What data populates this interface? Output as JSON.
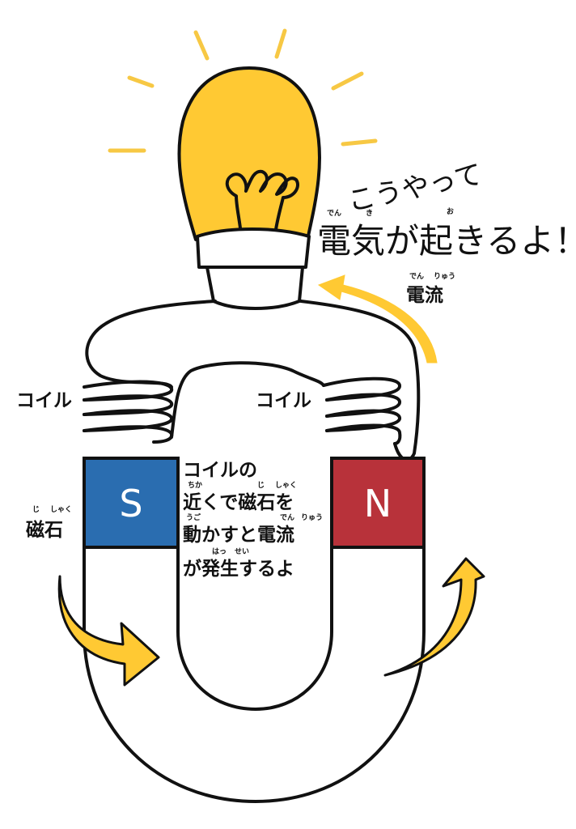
{
  "headline": {
    "line1": "こうやって",
    "line2_word1": "電",
    "line2_word1_ruby": "でん",
    "line2_word2": "気",
    "line2_word2_ruby": "き",
    "line2_rest1": "が",
    "line2_word3": "起",
    "line2_word3_ruby": "お",
    "line2_rest2": "きるよ！"
  },
  "current_label": {
    "text": "電流",
    "ruby1": "でん",
    "ruby2": "りゅう"
  },
  "coil_left": "コイル",
  "coil_right": "コイル",
  "magnet_label": {
    "text": "磁石",
    "ruby1": "じ",
    "ruby2": "しゃく"
  },
  "poles": {
    "south": "S",
    "north": "N"
  },
  "explanation": {
    "line1": "コイルの",
    "line2_a": "近",
    "line2_a_ruby": "ちか",
    "line2_b": "くで",
    "line2_c": "磁石",
    "line2_c_ruby1": "じ",
    "line2_c_ruby2": "しゃく",
    "line2_d": "を",
    "line3_a": "動",
    "line3_a_ruby": "うご",
    "line3_b": "かすと",
    "line3_c": "電流",
    "line3_c_ruby1": "でん",
    "line3_c_ruby2": "りゅう",
    "line4_a": "が",
    "line4_b": "発生",
    "line4_b_ruby1": "はっ",
    "line4_b_ruby2": "せい",
    "line4_c": "するよ"
  },
  "colors": {
    "bulb": "#FFC933",
    "ray": "#F7C844",
    "arrow": "#FFC933",
    "south_pole": "#2A6DB0",
    "north_pole": "#B8323A",
    "outline": "#111111"
  },
  "icons": [
    "light-bulb-icon",
    "curved-arrow-icon"
  ]
}
